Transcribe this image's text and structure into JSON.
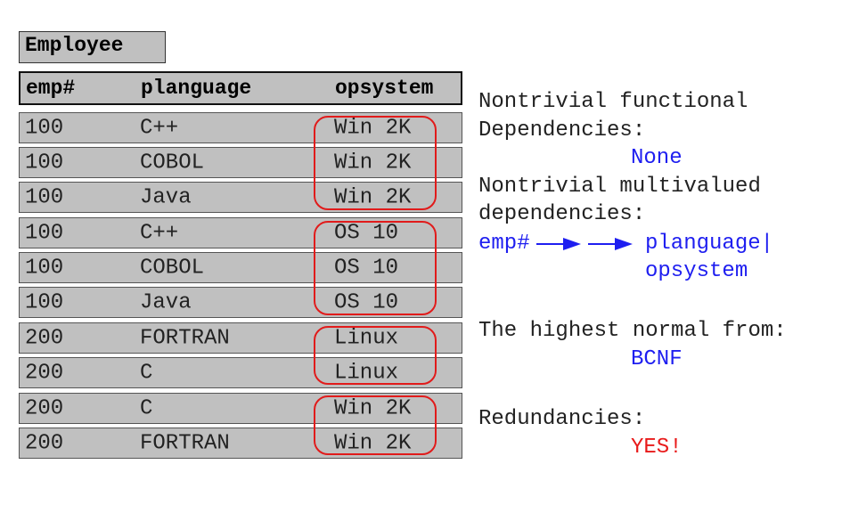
{
  "table": {
    "title": "Employee",
    "headers": [
      "emp#",
      "planguage",
      "opsystem"
    ],
    "rows": [
      [
        "100",
        "C++",
        "Win 2K"
      ],
      [
        "100",
        "COBOL",
        "Win 2K"
      ],
      [
        "100",
        "Java",
        "Win 2K"
      ],
      [
        "100",
        "C++",
        "OS 10"
      ],
      [
        "100",
        "COBOL",
        "OS 10"
      ],
      [
        "100",
        "Java",
        "OS 10"
      ],
      [
        "200",
        "FORTRAN",
        "Linux"
      ],
      [
        "200",
        "C",
        "Linux"
      ],
      [
        "200",
        "C",
        "Win 2K"
      ],
      [
        "200",
        "FORTRAN",
        "Win 2K"
      ]
    ]
  },
  "annotations": {
    "fd_line1": "Nontrivial functional",
    "fd_line2": "Dependencies:",
    "fd_value": "None",
    "mvd_line1": "Nontrivial multivalued",
    "mvd_line2": "dependencies:",
    "mvd_lhs": "emp#",
    "mvd_rhs1": "planguage|",
    "mvd_rhs2": "opsystem",
    "nf_label": "The highest normal from:",
    "nf_value": "BCNF",
    "red_label": "Redundancies:",
    "red_value": "YES!"
  },
  "colors": {
    "highlight_outline": "#e11b1b",
    "annotation_value": "#1e1ef0",
    "warning": "#e81a1a",
    "cell_bg": "#c0c0c0"
  }
}
